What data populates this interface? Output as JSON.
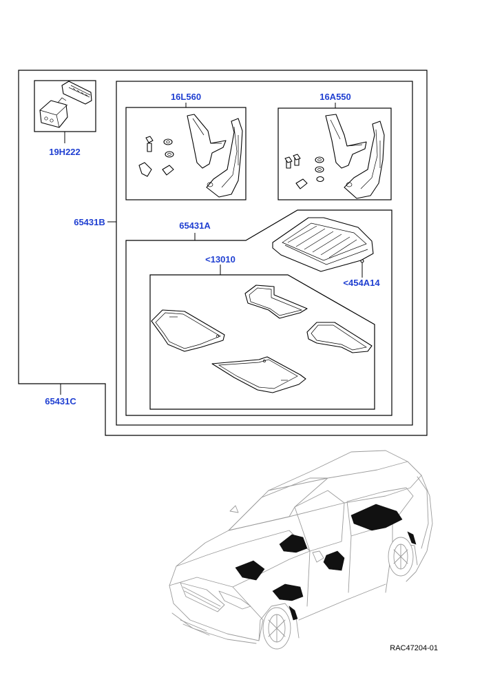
{
  "colors": {
    "callout": "#1f3fd1",
    "line": "#000000",
    "vehicle": "#9a9a9a",
    "mat_fill": "#111111"
  },
  "callouts": {
    "c_19H222": "19H222",
    "c_16L560": "16L560",
    "c_16A550": "16A550",
    "c_65431B": "65431B",
    "c_65431A": "65431A",
    "c_13010": "<13010",
    "c_454A14": "<454A14",
    "c_65431C": "65431C"
  },
  "reference": "RAC47204-01"
}
